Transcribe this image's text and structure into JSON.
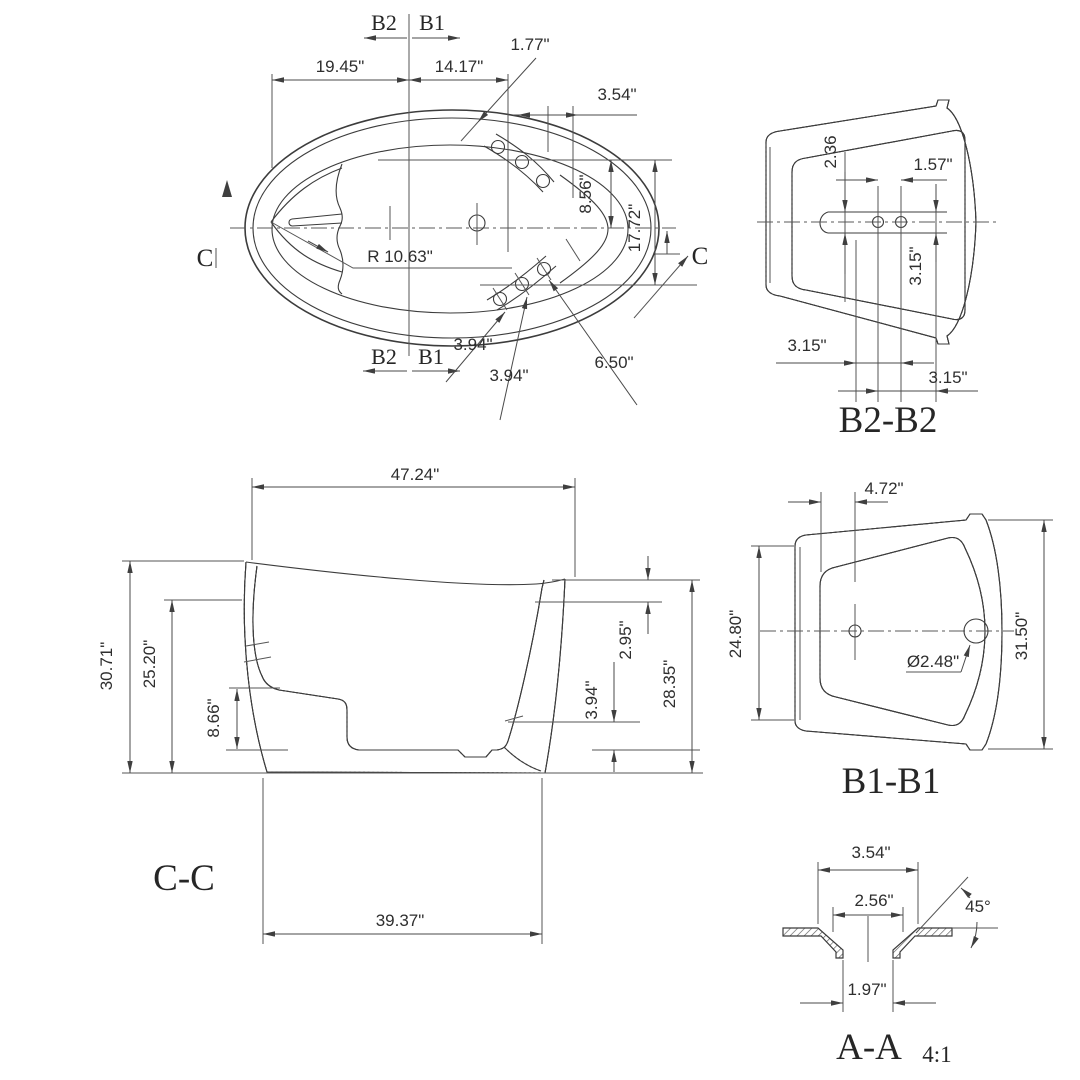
{
  "drawing": {
    "type": "bathtub-dimension-drawing",
    "background": "#ffffff",
    "line_color": "#3c3c3c",
    "text_color": "#2e2e2e"
  },
  "views": {
    "plan": {
      "markers": {
        "b2": "B2",
        "b1": "B1",
        "c": "C"
      },
      "dims": {
        "back_length": "19.45\"",
        "front_length": "14.17\"",
        "jet_leader": "1.77\"",
        "rim_offset": "3.54\"",
        "jet_row_offset": "8.56\"",
        "half_width": "17.72\"",
        "seat_radius": "R 10.63\"",
        "jet_pitch_a": "3.94\"",
        "jet_pitch_b": "3.94\"",
        "jet_span": "6.50\""
      }
    },
    "b2b2": {
      "label": "B2-B2",
      "dims": {
        "deck_height": "2.36",
        "hole_pitch": "1.57\"",
        "hole_drop": "3.15\"",
        "offset_left": "3.15\"",
        "offset_right": "3.15\""
      }
    },
    "cc": {
      "label": "C-C",
      "dims": {
        "overall_length": "47.24\"",
        "height_back": "30.71\"",
        "inner_depth": "25.20\"",
        "seat_height": "8.66\"",
        "rim_thickness": "2.95\"",
        "base_gap": "3.94\"",
        "height_front": "28.35\"",
        "base_length": "39.37\""
      }
    },
    "b1b1": {
      "label": "B1-B1",
      "dims": {
        "hole_offset": "4.72\"",
        "height_left": "24.80\"",
        "height_right": "31.50\"",
        "drain_diameter": "Ø2.48\""
      }
    },
    "aa": {
      "label": "A-A",
      "scale": "4:1",
      "dims": {
        "outer_width": "3.54\"",
        "mid_width": "2.56\"",
        "bore_width": "1.97\"",
        "chamfer_angle": "45°"
      }
    }
  }
}
